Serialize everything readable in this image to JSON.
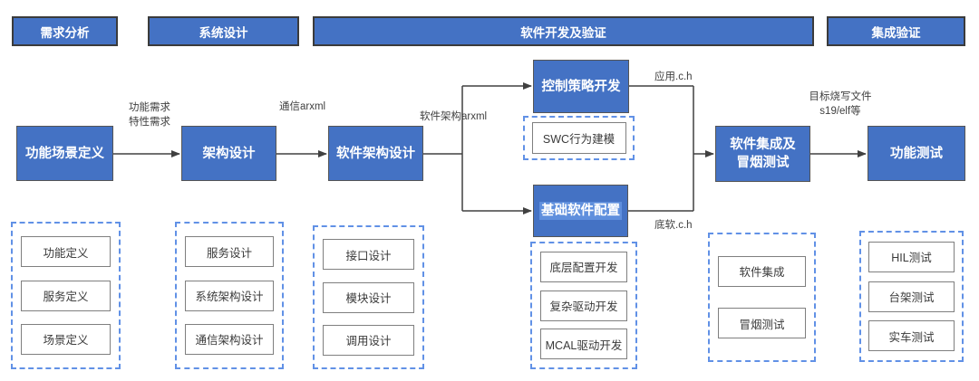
{
  "colors": {
    "node_blue": "#4472C4",
    "dashed_border_blue": "#6191E6",
    "connector_dark": "#404040",
    "header_border": "#3b3b3b"
  },
  "phases": [
    {
      "label": "需求分析"
    },
    {
      "label": "系统设计"
    },
    {
      "label": "软件开发及验证"
    },
    {
      "label": "集成验证"
    }
  ],
  "flow": {
    "func_scene": "功能场景定义",
    "arch_design": "架构设计",
    "sw_arch_design": "软件架构设计",
    "ctrl_strategy": "控制策略开发",
    "base_sw_config": "基础软件配置",
    "integration_line1": "软件集成及",
    "integration_line2": "冒烟测试",
    "func_test": "功能测试"
  },
  "swc_box": "SWC行为建模",
  "arrow_labels": {
    "req_line1": "功能需求",
    "req_line2": "特性需求",
    "comm_arxml": "通信arxml",
    "sw_arch_arxml": "软件架构arxml",
    "app_ch": "应用.c.h",
    "base_ch": "底软.c.h",
    "target_line1": "目标烧写文件",
    "target_line2": "s19/elf等"
  },
  "lists": [
    {
      "items": [
        "功能定义",
        "服务定义",
        "场景定义"
      ]
    },
    {
      "items": [
        "服务设计",
        "系统架构设计",
        "通信架构设计"
      ]
    },
    {
      "items": [
        "接口设计",
        "模块设计",
        "调用设计"
      ]
    },
    {
      "items": [
        "底层配置开发",
        "复杂驱动开发",
        "MCAL驱动开发"
      ]
    },
    {
      "items": [
        "软件集成",
        "冒烟测试"
      ]
    },
    {
      "items": [
        "HIL测试",
        "台架测试",
        "实车测试"
      ]
    }
  ]
}
